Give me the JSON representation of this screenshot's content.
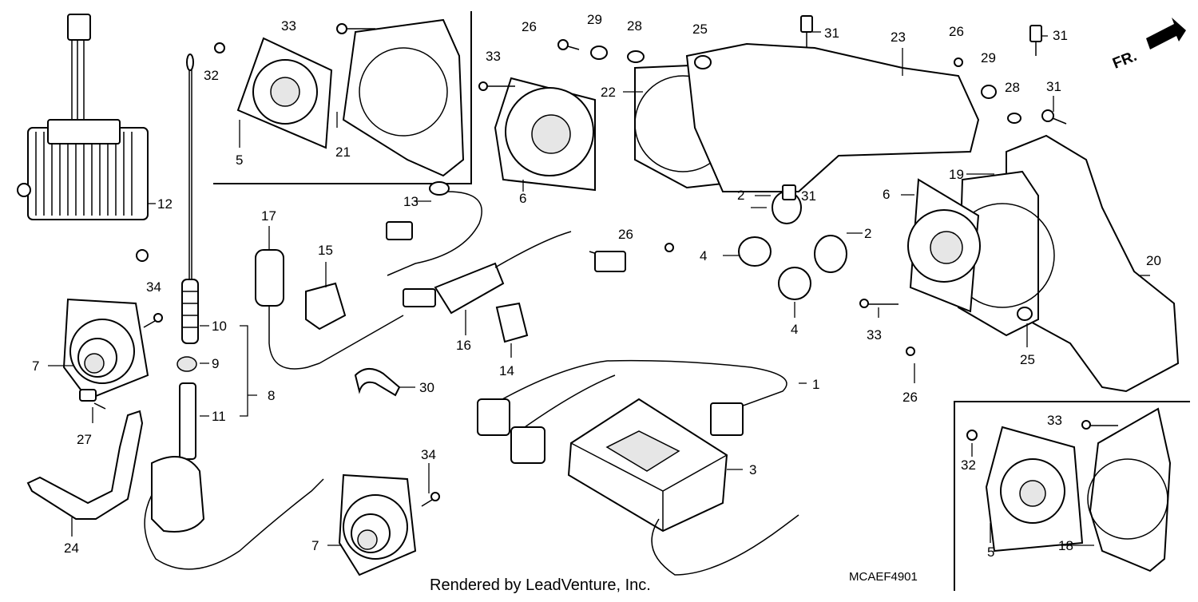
{
  "diagram": {
    "credit": "Rendered by LeadVenture, Inc.",
    "diagram_code": "MCAEF4901",
    "direction_label": "FR.",
    "callouts": {
      "c1": "1",
      "c2a": "2",
      "c2b": "2",
      "c3": "3",
      "c4a": "4",
      "c4b": "4",
      "c5a": "5",
      "c5b": "5",
      "c6a": "6",
      "c6b": "6",
      "c7a": "7",
      "c7b": "7",
      "c8": "8",
      "c9": "9",
      "c10": "10",
      "c11": "11",
      "c12": "12",
      "c13": "13",
      "c14": "14",
      "c15": "15",
      "c16": "16",
      "c17": "17",
      "c18": "18",
      "c19": "19",
      "c20": "20",
      "c21": "21",
      "c22": "22",
      "c23": "23",
      "c24": "24",
      "c25a": "25",
      "c25b": "25",
      "c26a": "26",
      "c26b": "26",
      "c26c": "26",
      "c26d": "26",
      "c27": "27",
      "c28a": "28",
      "c28b": "28",
      "c29a": "29",
      "c29b": "29",
      "c30": "30",
      "c31a": "31",
      "c31b": "31",
      "c31c": "31",
      "c31d": "31",
      "c32a": "32",
      "c32b": "32",
      "c33a": "33",
      "c33b": "33",
      "c33c": "33",
      "c33d": "33",
      "c34a": "34",
      "c34b": "34"
    }
  }
}
